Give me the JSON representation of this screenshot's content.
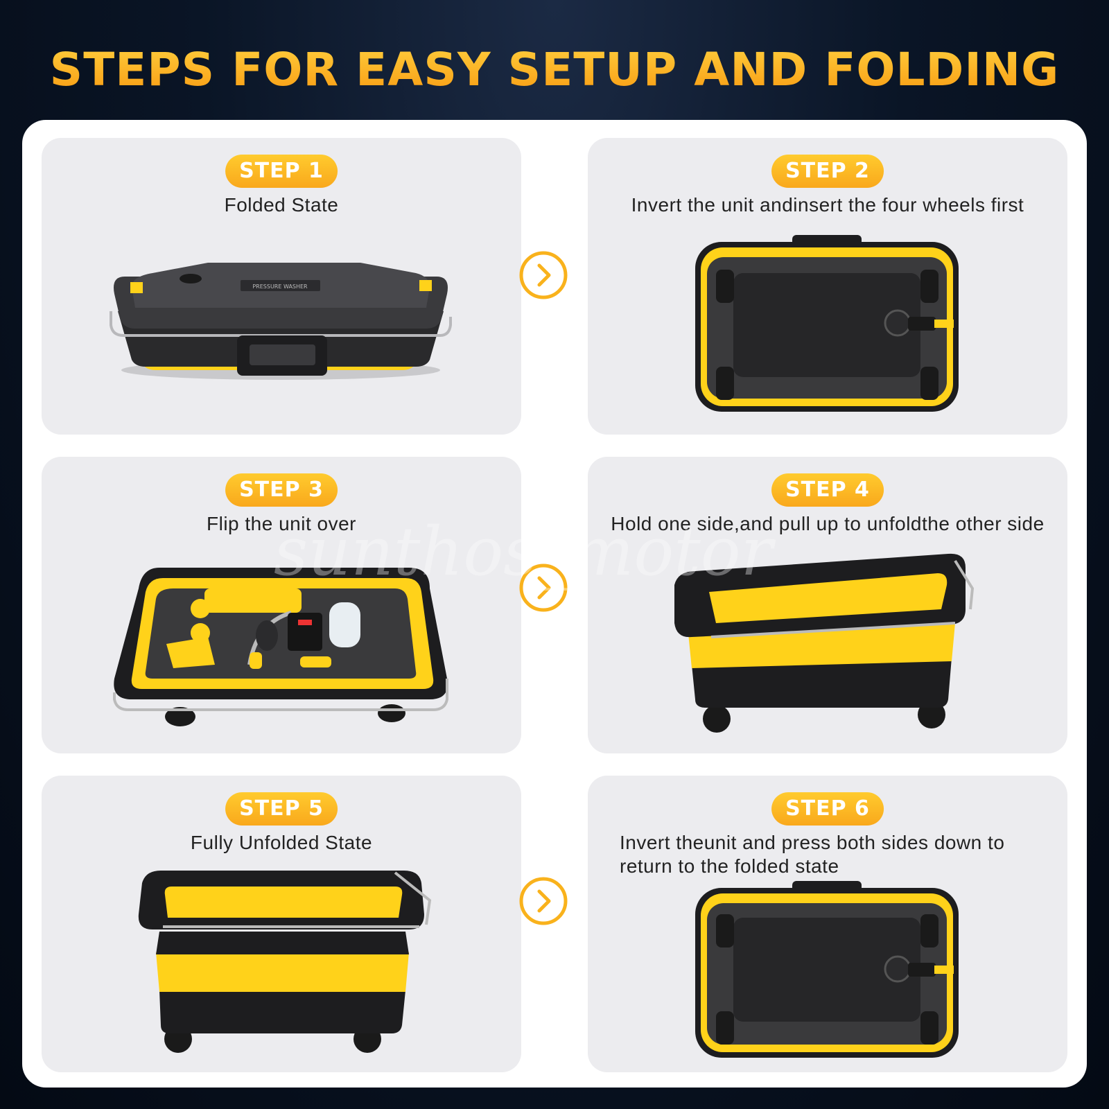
{
  "title": "STEPS FOR EASY SETUP AND FOLDING",
  "watermark": "sunthos_motor",
  "colors": {
    "accent": "#f9a81c",
    "product_yellow": "#ffd21a",
    "product_black": "#1a1a1a"
  },
  "arrow_icon": "chevron-right-circle-icon",
  "steps": [
    {
      "badge": "STEP 1",
      "description": "Folded State",
      "illustration": "folded-case"
    },
    {
      "badge": "STEP 2",
      "description": "Invert the unit andinsert the four wheels first",
      "illustration": "inverted-with-wheels"
    },
    {
      "badge": "STEP 3",
      "description": "Flip the unit over",
      "illustration": "open-with-accessories"
    },
    {
      "badge": "STEP 4",
      "description": "Hold one side,and pull up to unfoldthe other side",
      "illustration": "partially-unfolded"
    },
    {
      "badge": "STEP 5",
      "description": "Fully Unfolded State",
      "illustration": "fully-unfolded"
    },
    {
      "badge": "STEP 6",
      "description": "Invert theunit and press both sides down to return to the folded state",
      "illustration": "inverted-folded"
    }
  ]
}
